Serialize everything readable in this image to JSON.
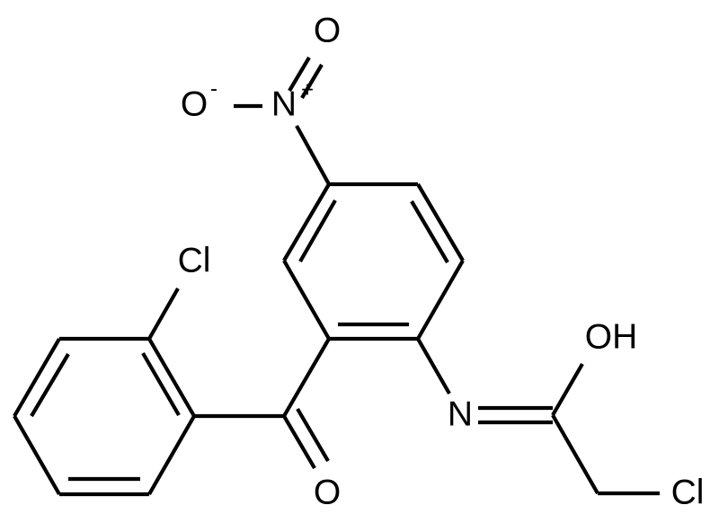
{
  "molecule": {
    "atoms": {
      "nitro_o_top": "O",
      "nitro_o_minus": "O",
      "nitro_n": "N",
      "chloro_left": "Cl",
      "hydroxyl": "OH",
      "imine_n": "N",
      "ketone_o": "O",
      "chloro_right": "Cl"
    },
    "charges": {
      "nitro_o_minus": "-",
      "nitro_n": "+"
    }
  },
  "colors": {
    "bond": "#000000",
    "label": "#000000",
    "background": "#ffffff"
  }
}
